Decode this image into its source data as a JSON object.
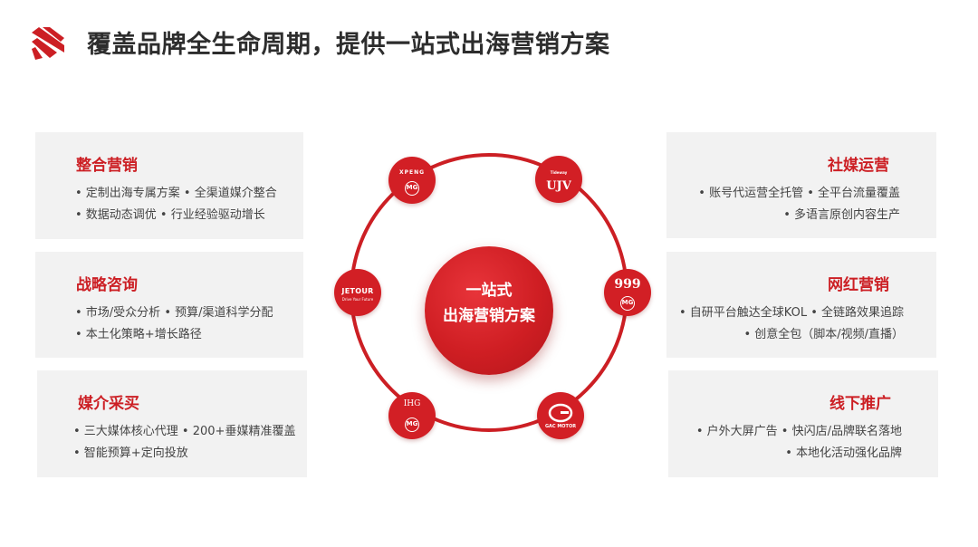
{
  "header": {
    "title": "覆盖品牌全生命周期，提供一站式出海营销方案"
  },
  "colors": {
    "accent": "#cc1f24",
    "card_bg": "#f2f2f2",
    "ring": "#cc1f24"
  },
  "center": {
    "line1": "一站式",
    "line2": "出海营销方案"
  },
  "brands": [
    {
      "name": "XPENG",
      "sub": "MG"
    },
    {
      "name": "UJV",
      "sub": "Tideway"
    },
    {
      "name": "999",
      "sub": "MG"
    },
    {
      "name": "GAC MOTOR",
      "sub": ""
    },
    {
      "name": "IHG",
      "sub": "MG"
    },
    {
      "name": "JETOUR",
      "sub": "Drive Your Future"
    }
  ],
  "cards": {
    "integrated": {
      "title": "整合营销",
      "bullets": [
        "• 定制出海专属方案 • 全渠道媒介整合",
        "• 数据动态调优 • 行业经验驱动增长"
      ]
    },
    "strategy": {
      "title": "战略咨询",
      "bullets": [
        "• 市场/受众分析 • 预算/渠道科学分配",
        "• 本土化策略+增长路径"
      ]
    },
    "media": {
      "title": "媒介采买",
      "bullets": [
        "• 三大媒体核心代理 • 200+垂媒精准覆盖",
        "• 智能预算+定向投放"
      ]
    },
    "social": {
      "title": "社媒运营",
      "bullets": [
        "• 账号代运营全托管 • 全平台流量覆盖",
        "• 多语言原创内容生产"
      ]
    },
    "influencer": {
      "title": "网红营销",
      "bullets": [
        "• 自研平台触达全球KOL • 全链路效果追踪",
        "• 创意全包（脚本/视频/直播）"
      ]
    },
    "offline": {
      "title": "线下推广",
      "bullets": [
        "• 户外大屏广告 • 快闪店/品牌联名落地",
        "• 本地化活动强化品牌"
      ]
    }
  }
}
